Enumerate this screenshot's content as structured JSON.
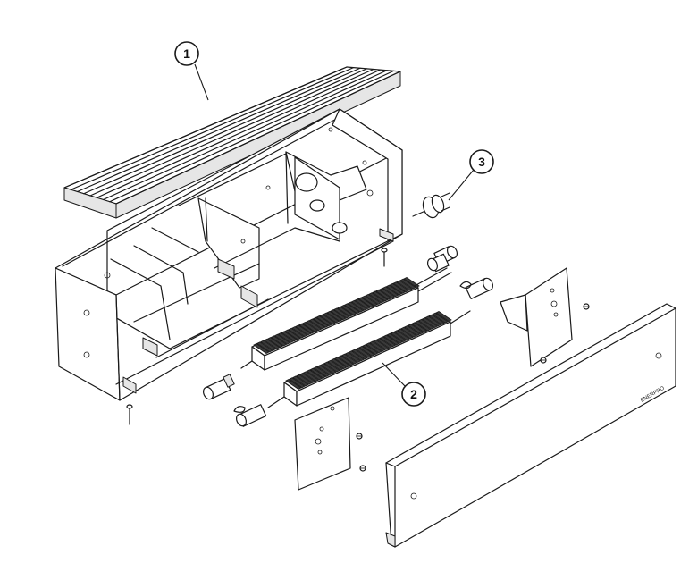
{
  "callouts": [
    {
      "number": "1",
      "part": "grille"
    },
    {
      "number": "2",
      "part": "heating-element"
    },
    {
      "number": "3",
      "part": "thermostat"
    }
  ],
  "panel_label": "ENERPRO",
  "colors": {
    "line": "#1a1a1a",
    "fill": "#ffffff",
    "fin": "#3a3a3a"
  }
}
